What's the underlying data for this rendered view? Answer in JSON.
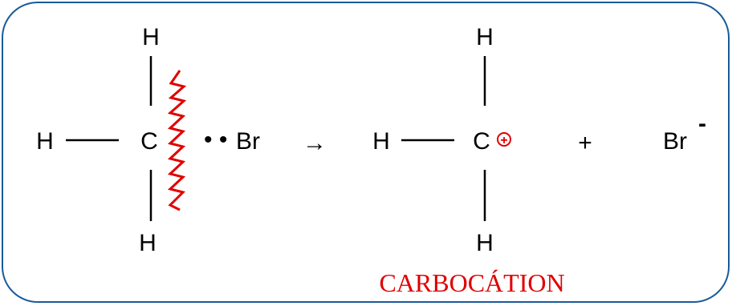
{
  "frame": {
    "border_color": "#1a5a9a"
  },
  "colors": {
    "bond": "#000000",
    "highlight": "#e00000"
  },
  "reactant": {
    "top_h": "H",
    "left_h": "H",
    "center": "C",
    "bottom_h": "H",
    "electron_pair": "• •",
    "leaving": "Br"
  },
  "arrow": "→",
  "product": {
    "top_h": "H",
    "left_h": "H",
    "center": "C",
    "charge": "+",
    "bottom_h": "H"
  },
  "plus": "+",
  "anion": {
    "symbol": "Br",
    "charge": "-"
  },
  "caption": "CARBOCÁTION",
  "icons": {
    "bond_break": "zigzag-bond-break-icon",
    "positive_charge": "circled-plus-icon"
  }
}
